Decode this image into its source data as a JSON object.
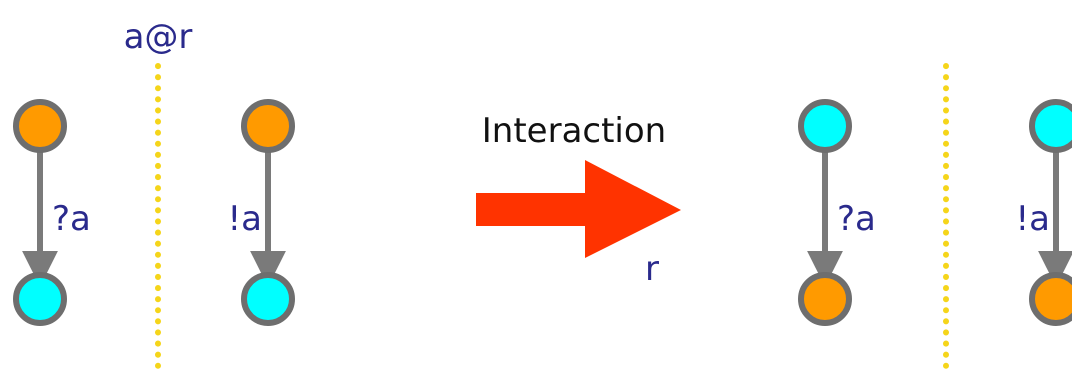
{
  "diagram": {
    "channel_label": "a@r",
    "interaction_label": "Interaction",
    "reduction_label": "r",
    "before": {
      "left_action": "?a",
      "right_action": "!a"
    },
    "after": {
      "left_action": "?a",
      "right_action": "!a"
    }
  },
  "colors": {
    "orange": "#ff9a00",
    "cyan": "#00ffff",
    "node_stroke": "#6e6e6e",
    "edge": "#7a7a7a",
    "divider": "#f5d51a",
    "arrow": "#ff3300",
    "label_blue": "#2a2a8c"
  }
}
